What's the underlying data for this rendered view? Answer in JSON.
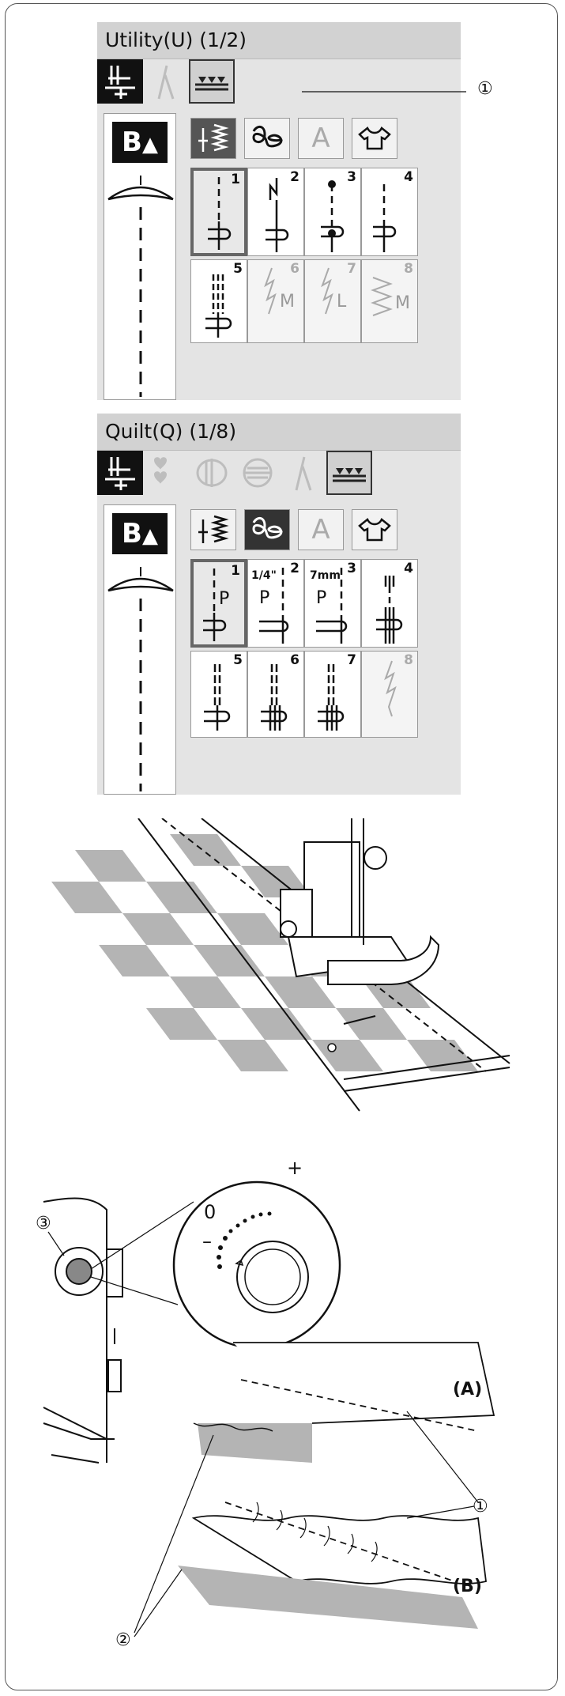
{
  "utility_panel": {
    "title": "Utility(U) (1/2)",
    "bottom_letter": "B",
    "categories": [
      "utility-stitch",
      "decorative-stitch",
      "letters",
      "garment"
    ],
    "category_letter": "A",
    "stitches": [
      {
        "num": "1",
        "selected": true,
        "enabled": true
      },
      {
        "num": "2",
        "selected": false,
        "enabled": true
      },
      {
        "num": "3",
        "selected": false,
        "enabled": true
      },
      {
        "num": "4",
        "selected": false,
        "enabled": true
      },
      {
        "num": "5",
        "selected": false,
        "enabled": true
      },
      {
        "num": "6",
        "selected": false,
        "enabled": false,
        "label": "M"
      },
      {
        "num": "7",
        "selected": false,
        "enabled": false,
        "label": "L"
      },
      {
        "num": "8",
        "selected": false,
        "enabled": false,
        "label": "M"
      }
    ]
  },
  "quilt_panel": {
    "title": "Quilt(Q) (1/8)",
    "bottom_letter": "B",
    "category_letter": "A",
    "stitches": [
      {
        "num": "1",
        "selected": true,
        "label": "P"
      },
      {
        "num": "2",
        "label": "P",
        "top_label": "1/4\""
      },
      {
        "num": "3",
        "label": "P",
        "top_label": "7mm"
      },
      {
        "num": "4"
      },
      {
        "num": "5"
      },
      {
        "num": "6"
      },
      {
        "num": "7"
      },
      {
        "num": "8",
        "enabled": false
      }
    ]
  },
  "callouts": {
    "c1_top": "①",
    "c3": "③",
    "c1_bottom": "①",
    "c2": "②",
    "label_a": "(A)",
    "label_b": "(B)",
    "dial_plus": "+",
    "dial_zero": "0",
    "dial_minus": "–"
  },
  "colors": {
    "panel_bg": "#e4e4e4",
    "title_bg": "#d2d2d2",
    "checker": "#b4b4b4"
  }
}
